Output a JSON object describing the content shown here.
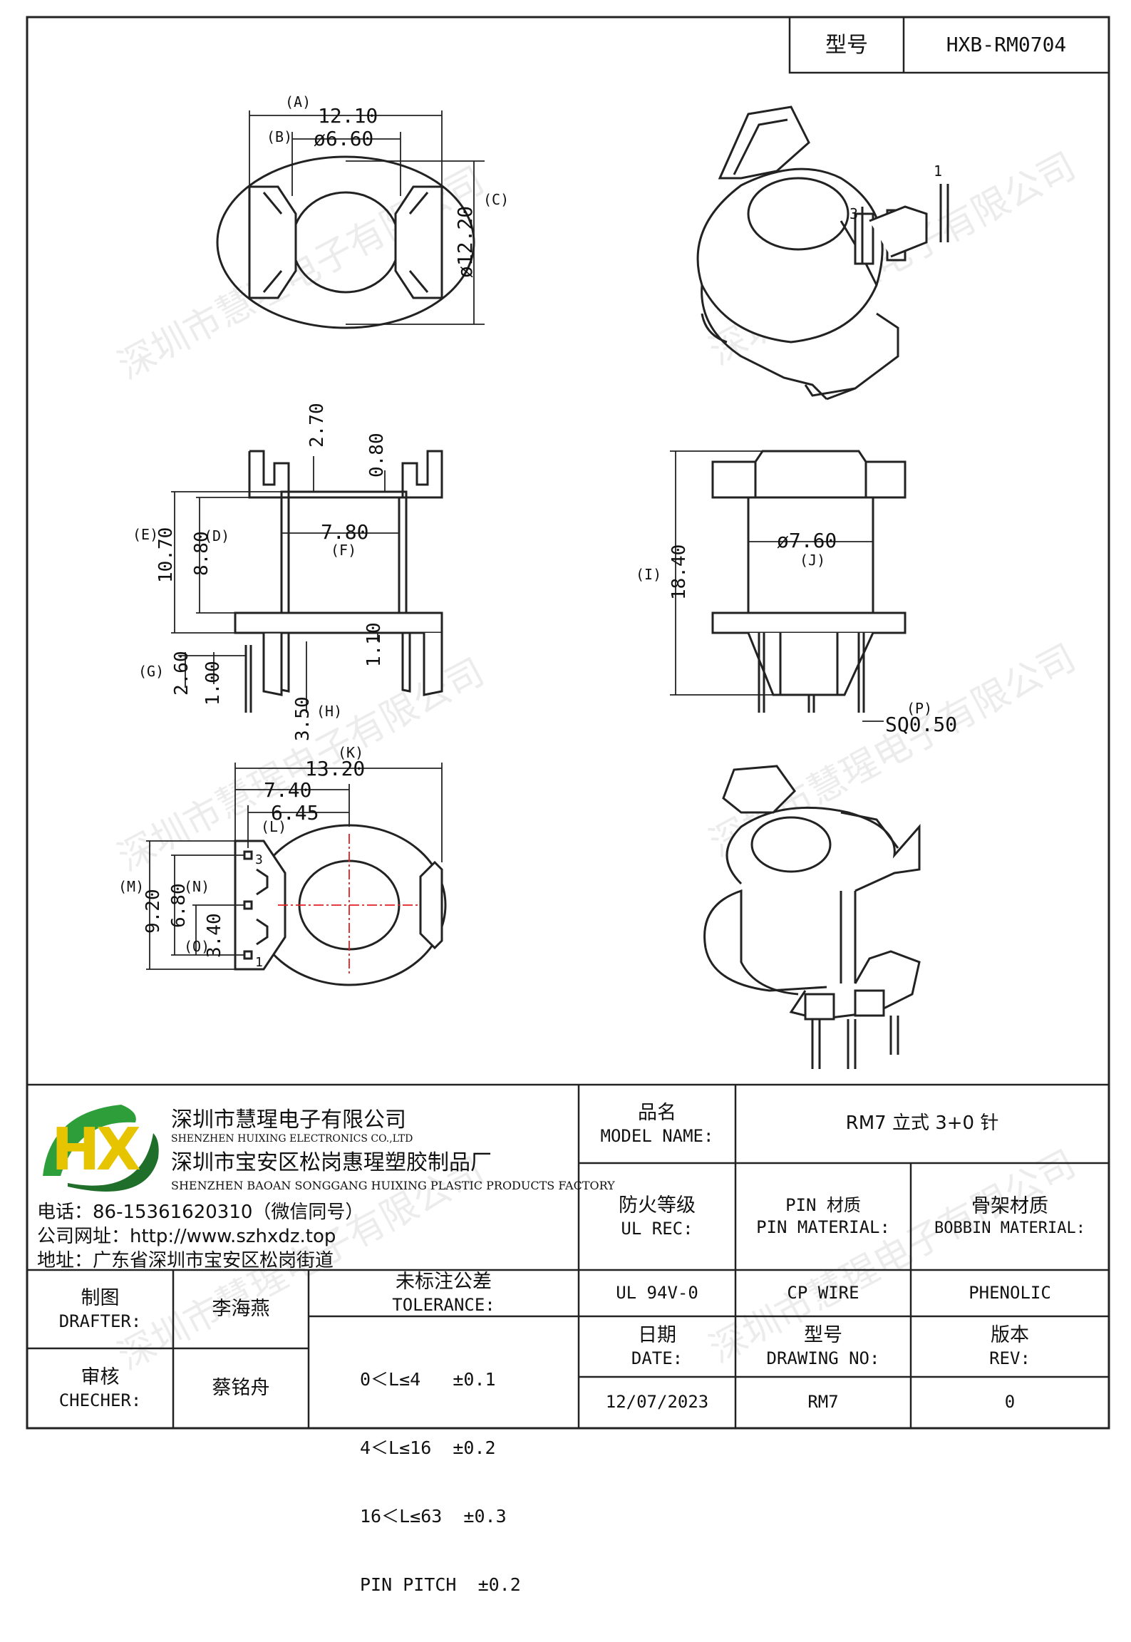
{
  "title_block": {
    "model_label": "型号",
    "model_value": "HXB-RM0704"
  },
  "dimensions": {
    "A_label": "(A)",
    "A_value": "12.10",
    "B_label": "(B)",
    "B_value": "ø6.60",
    "C_label": "(C)",
    "C_value": "ø12.20",
    "E_label": "(E)",
    "E_value": "10.70",
    "D_label": "(D)",
    "D_value": "8.80",
    "top_270": "2.70",
    "top_080": "0.80",
    "F_label": "(F)",
    "F_value": "7.80",
    "G_label": "(G)",
    "G_value": "2.60",
    "v_100": "1.00",
    "v_110": "1.10",
    "H_label": "(H)",
    "H_value": "3.50",
    "I_label": "(I)",
    "I_value": "18.40",
    "J_label": "(J)",
    "J_value": "ø7.60",
    "P_label": "(P)",
    "P_value": "SQ0.50",
    "K_label": "(K)",
    "K_value": "13.20",
    "v_740": "7.40",
    "v_645": "6.45",
    "L_label": "(L)",
    "M_label": "(M)",
    "M_value": "9.20",
    "N_label": "(N)",
    "N_value": "6.80",
    "O_label": "(O)",
    "O_value": "3.40",
    "pin1": "1",
    "pin3": "3",
    "iso_pin1": "1",
    "iso_pin3": "3"
  },
  "company": {
    "name_cn": "深圳市慧瑆电子有限公司",
    "name_en": "SHENZHEN HUIXING ELECTRONICS CO.,LTD",
    "factory_cn": "深圳市宝安区松岗惠瑆塑胶制品厂",
    "factory_en": "SHENZHEN BAOAN SONGGANG HUIXING PLASTIC PRODUCTS FACTORY",
    "phone": "电话：86-15361620310（微信同号）",
    "website": "公司网址：http://www.szhxdz.top",
    "address": "地址：广东省深圳市宝安区松岗街道",
    "logo_text": "HX",
    "colors": {
      "green": "#2e9e3a",
      "yellow": "#e7c400",
      "dark_green": "#1f6e2a"
    }
  },
  "info_table": {
    "model_name_cn": "品名",
    "model_name_en": "MODEL NAME:",
    "model_name_value": "RM7 立式 3+0 针",
    "ul_cn": "防火等级",
    "ul_en": "UL REC:",
    "pin_cn": "PIN 材质",
    "pin_en": "PIN MATERIAL:",
    "bobbin_cn": "骨架材质",
    "bobbin_en": "BOBBIN MATERIAL:",
    "ul_value": "UL 94V-0",
    "pin_value": "CP WIRE",
    "bobbin_value": "PHENOLIC",
    "date_cn": "日期",
    "date_en": "DATE:",
    "drawing_cn": "型号",
    "drawing_en": "DRAWING NO:",
    "rev_cn": "版本",
    "rev_en": "REV:",
    "date_value": "12/07/2023",
    "drawing_value": "RM7",
    "rev_value": "0"
  },
  "approval": {
    "drafter_cn": "制图",
    "drafter_en": "DRAFTER:",
    "drafter_name": "李海燕",
    "checker_cn": "审核",
    "checker_en": "CHECHER:",
    "checker_name": "蔡铭舟",
    "tolerance_cn": "未标注公差",
    "tolerance_en": "TOLERANCE:",
    "tol_1": "0＜L≤4   ±0.1",
    "tol_2": "4＜L≤16  ±0.2",
    "tol_3": "16＜L≤63  ±0.3",
    "tol_4": "PIN PITCH  ±0.2"
  },
  "watermark": "深圳市慧瑆电子有限公司",
  "colors": {
    "line": "#222222",
    "centerline": "#e02020"
  }
}
